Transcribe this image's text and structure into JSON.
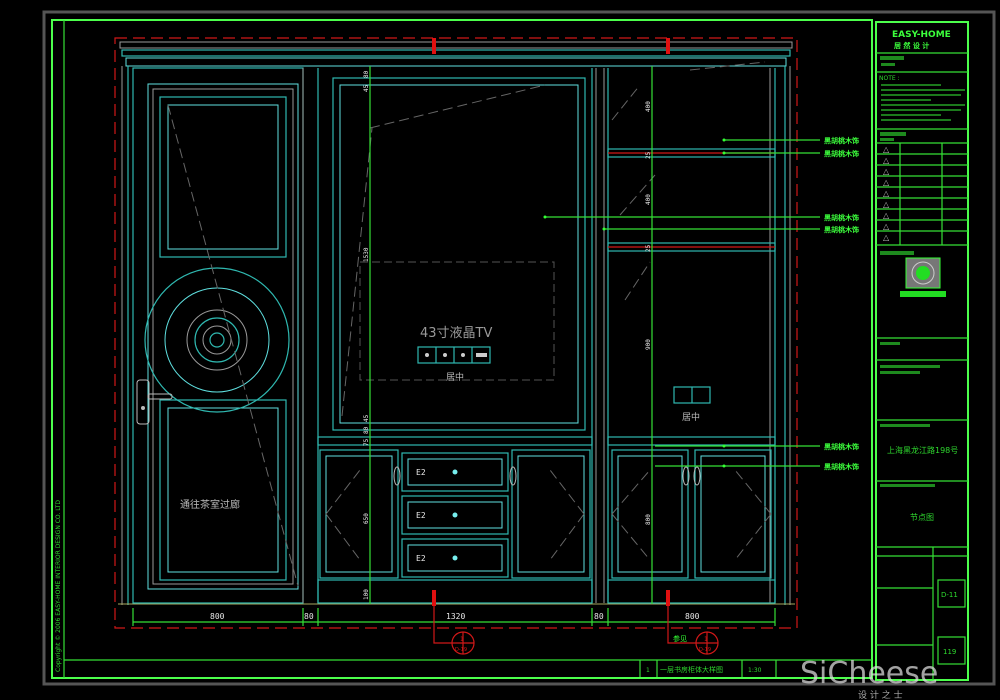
{
  "title_block": {
    "brand": "EASY-HOME",
    "brand_cn": "居 然 设 计",
    "note_head": "NOTE :",
    "address": "上海黑龙江路198号",
    "drawing_name": "节点图",
    "sheet_code": "D-11",
    "sheet_number": "119",
    "revision_marks": [
      "△",
      "△",
      "△",
      "△",
      "△",
      "△",
      "△",
      "△",
      "△"
    ]
  },
  "copyright_text": "Copyright © 2006 EASY-HOME INTERIOR DESIGN CO. LTD",
  "drawing": {
    "door_label": "通往茶室过廊",
    "tv_label": "43寸液晶TV",
    "center_label_tv": "居中",
    "center_label_right": "居中",
    "drawer_tags": [
      "E2",
      "E2",
      "E2"
    ],
    "material_labels": [
      "黑胡桃木饰",
      "黑胡桃木饰",
      "黑胡桃木饰",
      "黑胡桃木饰",
      "黑胡桃木饰",
      "黑胡桃木饰"
    ],
    "vertical_dims_tv": [
      "80",
      "45",
      "1530",
      "45",
      "80",
      "75",
      "650",
      "100"
    ],
    "vertical_dims_right": [
      "400",
      "25",
      "400",
      "25",
      "900",
      "800"
    ],
    "horizontal_dims": [
      "800",
      "80",
      "1320",
      "80",
      "800"
    ],
    "section_marks": [
      {
        "num": "1",
        "ref": "D-19"
      },
      {
        "num": "1",
        "ref": "D-19"
      }
    ],
    "see_label": "参见"
  },
  "bottom_bar": {
    "index": "1",
    "title": "一层书房柜体大样图",
    "scale": "1:30"
  },
  "watermark": {
    "brand": "SiCheese",
    "sub": "设  计  之  士"
  },
  "colors": {
    "frame": "#35e035",
    "cabinet": "#2fb8b0",
    "section": "#d01818"
  }
}
